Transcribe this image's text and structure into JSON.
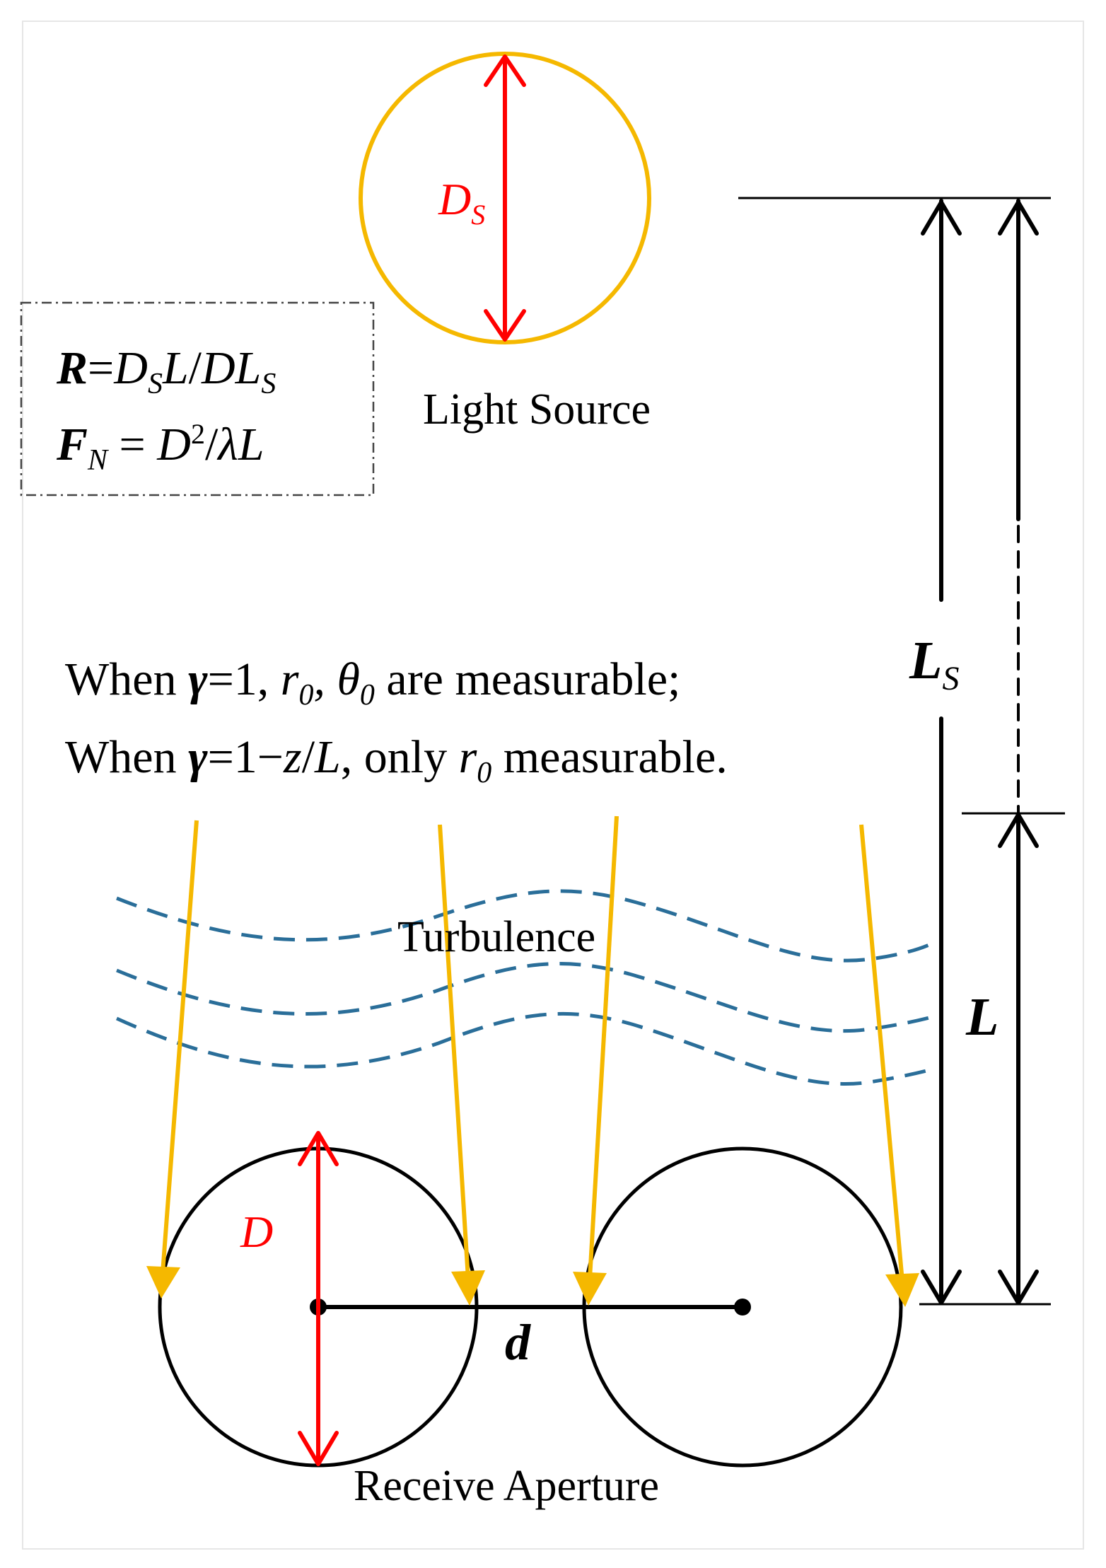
{
  "labels": {
    "ds_main": "D",
    "ds_sub": "S",
    "light_source": "Light Source",
    "formula_r": {
      "lhs": "R",
      "eq": "=",
      "d1": "D",
      "d1_sub": "S",
      "l": "L",
      "slash": "/",
      "d2": "D",
      "l2": "L",
      "l2_sub": "S"
    },
    "formula_fn": {
      "lhs": "F",
      "lhs_sub": "N",
      "eq": " = ",
      "d": "D",
      "d_sup": "2",
      "slash": "/",
      "lambda_l": "λL"
    },
    "line1": {
      "when": "When ",
      "gamma": "γ",
      "eq1": "=1, ",
      "r0": "r",
      "r0_sub": "0",
      "comma": ", ",
      "theta0": "θ",
      "theta0_sub": "0",
      "rest": " are measurable;"
    },
    "line2": {
      "when": "When ",
      "gamma": "γ",
      "eq": "=1−",
      "z": "z",
      "slash": "/",
      "l": "L",
      "only": ", only ",
      "r0": "r",
      "r0_sub": "0",
      "rest": " measurable."
    },
    "ls_main": "L",
    "ls_sub": "S",
    "l_label": "L",
    "turbulence": "Turbulence",
    "d_label": "D",
    "d_sep": "d",
    "receive_aperture": "Receive Aperture"
  },
  "colors": {
    "source_circle": "#F5B800",
    "rays": "#F5B800",
    "diameter_arrows": "#FF0000",
    "turbulence": "#2A6E99",
    "lines": "#000000",
    "box_border": "#444444"
  }
}
